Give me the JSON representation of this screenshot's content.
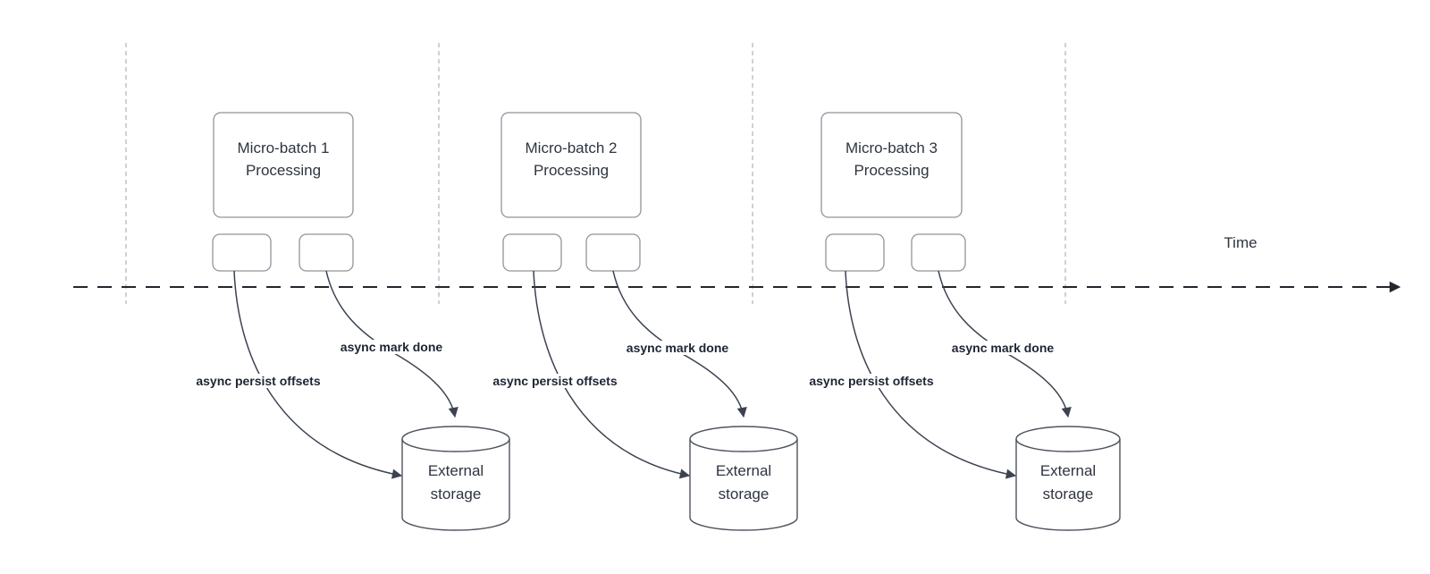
{
  "colors": {
    "bg": "#ffffff",
    "ink": "#23272e",
    "arrow": "#3b4250",
    "border": "#8f949c",
    "grid": "#b4b8be",
    "text": "#2e3440",
    "label": "#1d2433"
  },
  "timeline": {
    "label": "Time"
  },
  "sections": [
    {
      "box_label": "Micro-batch 1\nProcessing",
      "persist_label": "async persist offsets",
      "done_label": "async mark done",
      "storage_label": "External\nstorage"
    },
    {
      "box_label": "Micro-batch 2\nProcessing",
      "persist_label": "async persist offsets",
      "done_label": "async mark done",
      "storage_label": "External\nstorage"
    },
    {
      "box_label": "Micro-batch 3\nProcessing",
      "persist_label": "async persist offsets",
      "done_label": "async mark done",
      "storage_label": "External\nstorage"
    }
  ]
}
